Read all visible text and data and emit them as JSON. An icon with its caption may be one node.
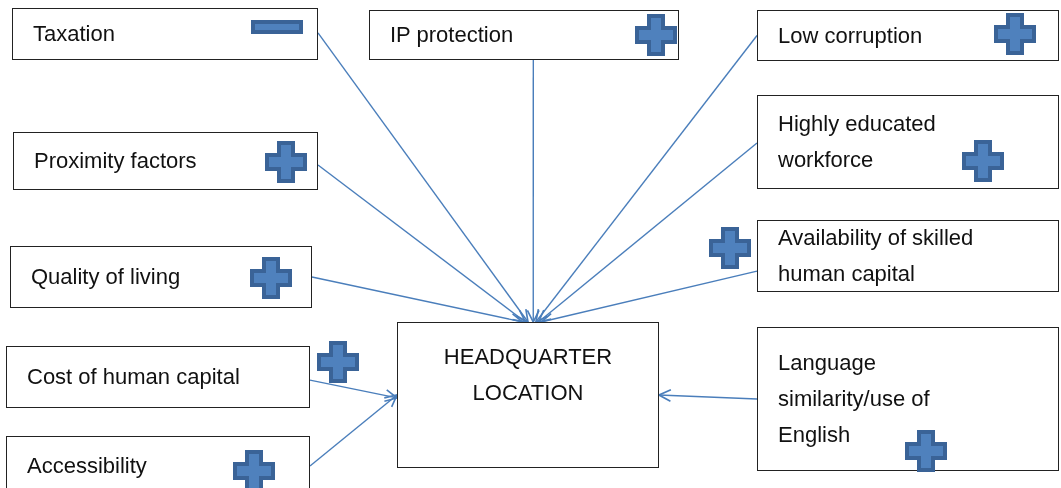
{
  "diagram": {
    "nodes": [
      {
        "text": [
          "Taxation"
        ]
      },
      {
        "text": [
          "IP protection"
        ]
      },
      {
        "text": [
          "Low corruption"
        ]
      },
      {
        "text": [
          "Proximity factors"
        ]
      },
      {
        "text": [
          "Highly educated workforce"
        ]
      },
      {
        "text": [
          "Quality of living"
        ]
      },
      {
        "text": [
          "Availability of skilled human capital"
        ]
      },
      {
        "text": [
          "HEADQUARTER LOCATION"
        ]
      },
      {
        "text": [
          "Cost of human capital"
        ]
      },
      {
        "text": [
          "Language similarity/use of English"
        ]
      },
      {
        "text": [
          "Accessibility"
        ]
      }
    ],
    "edges": [
      {
        "from": 0,
        "to": 7,
        "arrow": "to"
      },
      {
        "from": 1,
        "to": 7,
        "arrow": "to"
      },
      {
        "from": 2,
        "to": 7,
        "arrow": "to"
      },
      {
        "from": 3,
        "to": 7,
        "arrow": "to"
      },
      {
        "from": 4,
        "to": 7,
        "arrow": "to"
      },
      {
        "from": 5,
        "to": 7,
        "arrow": "to"
      },
      {
        "from": 6,
        "to": 7,
        "arrow": "to"
      },
      {
        "from": 8,
        "to": 7,
        "arrow": "to"
      },
      {
        "from": 10,
        "to": 7,
        "arrow": "to"
      },
      {
        "from": 9,
        "to": 7,
        "arrow": "to"
      }
    ]
  }
}
